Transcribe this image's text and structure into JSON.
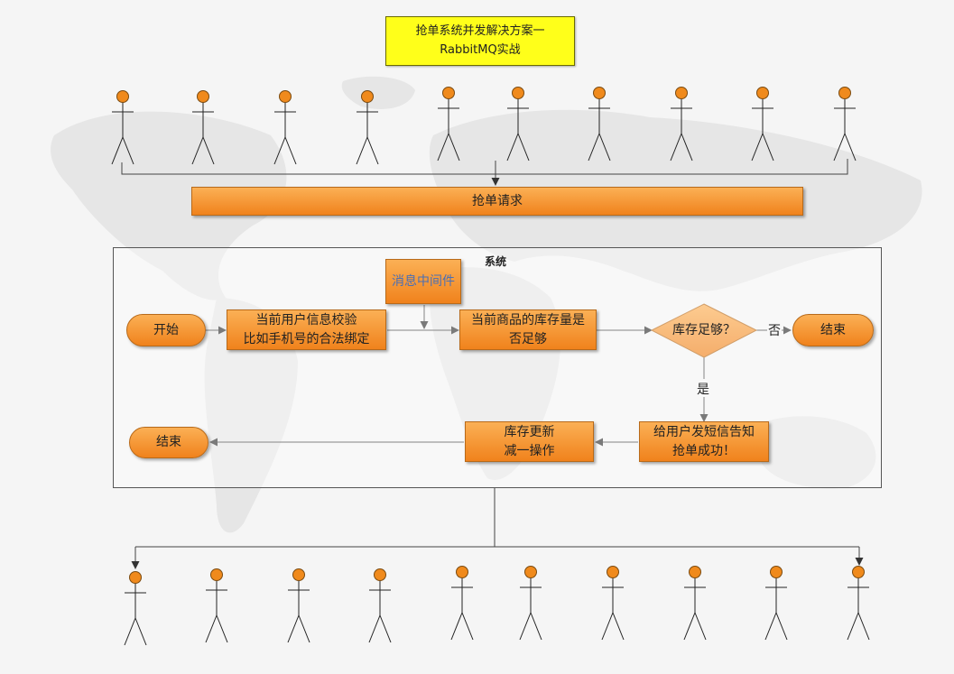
{
  "title": {
    "line1": "抢单系统并发解决方案一",
    "line2": "RabbitMQ实战"
  },
  "request_bar": "抢单请求",
  "system": {
    "label": "系统",
    "start": "开始",
    "validate": {
      "line1": "当前用户信息校验",
      "line2": "比如手机号的合法绑定"
    },
    "middleware": "消息中间件",
    "check_stock": {
      "line1": "当前商品的库存量是",
      "line2": "否足够"
    },
    "decision": "库存足够？",
    "no_label": "否",
    "yes_label": "是",
    "end_right": "结束",
    "notify": {
      "line1": "给用户发短信告知",
      "line2": "抢单成功！"
    },
    "update_stock": {
      "line1": "库存更新",
      "line2": "减一操作"
    },
    "end_left": "结束"
  },
  "colors": {
    "node_fill": "#f0821c",
    "title_fill": "#ffff1a",
    "actor_head": "#f08a1c",
    "middleware_text": "#4a6fb5"
  }
}
